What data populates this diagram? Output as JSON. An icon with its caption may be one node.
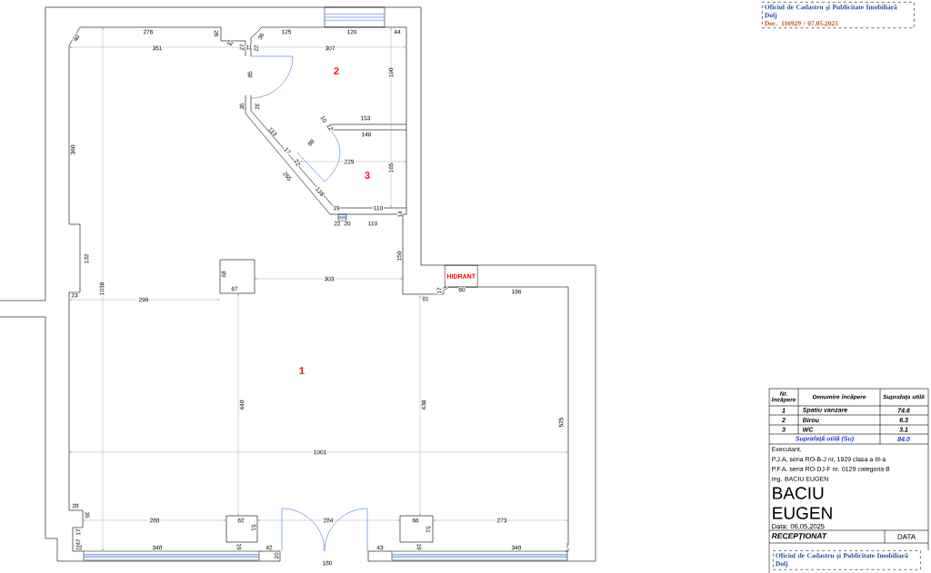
{
  "diagram": {
    "nodes": [
      {
        "text": [
          "Oficiul de Cadastru şi Publicitate Imobiliară Dolj",
          "Doc. 116929 / 07.05.2025"
        ]
      },
      {
        "text": [
          "HIDRANT"
        ]
      },
      {
        "text": [
          "Oficiul de Cadastru şi Publicitate Imobiliară Dolj"
        ]
      }
    ],
    "labels": [
      "40",
      "276",
      "26",
      "36",
      "125",
      "120",
      "44",
      "351",
      "52",
      "27",
      "11",
      "22",
      "307",
      "2",
      "85",
      "190",
      "35",
      "32",
      "10",
      "12",
      "153",
      "113",
      "148",
      "360",
      "88",
      "17",
      "22",
      "229",
      "3",
      "165",
      "265",
      "128",
      "19",
      "110",
      "14",
      "22",
      "20",
      "110",
      "132",
      "150",
      "68",
      "303",
      "1038",
      "67",
      "17",
      "5",
      "60",
      "186",
      "23",
      "299",
      "81",
      "1",
      "440",
      "438",
      "525",
      "1001",
      "28",
      "35",
      "288",
      "62",
      "284",
      "66",
      "273",
      "51",
      "51",
      "17",
      "47",
      "22",
      "348",
      "19",
      "42",
      "43",
      "19",
      "348",
      "7",
      "20",
      "180",
      "Nr. încăpere",
      "Denumire încăpere",
      "Suprafaţa utilă",
      "1",
      "Spatiu vanzare",
      "74.6",
      "2",
      "Birou",
      "6.3",
      "3",
      "WC",
      "3.1",
      "Suprafaţă utilă (Su)",
      "84.0",
      "Executant,",
      "P.J.A, seria RO-B-J nr, 1929 clasa a III-a",
      "P.F.A. seria RO-DJ-F nr. 0129 categoria B",
      "Ing. BACIU EUGEN",
      "BACIU",
      "EUGEN",
      "Data: 06,05,2025",
      "RECEPŢIONAT",
      "DATA"
    ]
  }
}
